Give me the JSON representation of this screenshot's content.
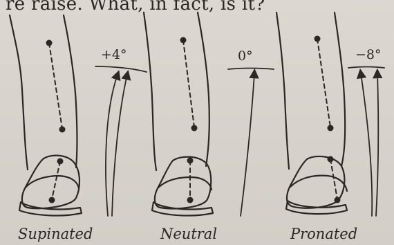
{
  "header_fragment": "re raise. What, in fact, is it?",
  "panels": [
    {
      "angle_label": "+4°",
      "caption": "Supinated"
    },
    {
      "angle_label": "0°",
      "caption": "Neutral"
    },
    {
      "angle_label": "−8°",
      "caption": "Pronated"
    }
  ],
  "colors": {
    "ink": "#2a2724",
    "paper": "#d9d5cf"
  }
}
